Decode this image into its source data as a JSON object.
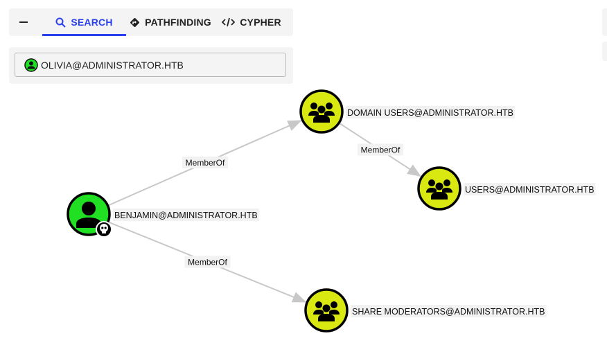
{
  "tabs": {
    "search": "SEARCH",
    "pathfinding": "PATHFINDING",
    "cypher": "CYPHER"
  },
  "search": {
    "value": "OLIVIA@ADMINISTRATOR.HTB"
  },
  "colors": {
    "user": "#21e023",
    "group": "#d8e810",
    "accent": "#2a3ff0"
  },
  "graph": {
    "nodes": [
      {
        "id": "benjamin",
        "label": "BENJAMIN@ADMINISTRATOR.HTB",
        "type": "user",
        "owned": true
      },
      {
        "id": "domainusers",
        "label": "DOMAIN USERS@ADMINISTRATOR.HTB",
        "type": "group"
      },
      {
        "id": "users",
        "label": "USERS@ADMINISTRATOR.HTB",
        "type": "group"
      },
      {
        "id": "sharemods",
        "label": "SHARE MODERATORS@ADMINISTRATOR.HTB",
        "type": "group"
      }
    ],
    "edges": [
      {
        "from": "benjamin",
        "to": "domainusers",
        "label": "MemberOf"
      },
      {
        "from": "domainusers",
        "to": "users",
        "label": "MemberOf"
      },
      {
        "from": "benjamin",
        "to": "sharemods",
        "label": "MemberOf"
      }
    ]
  }
}
